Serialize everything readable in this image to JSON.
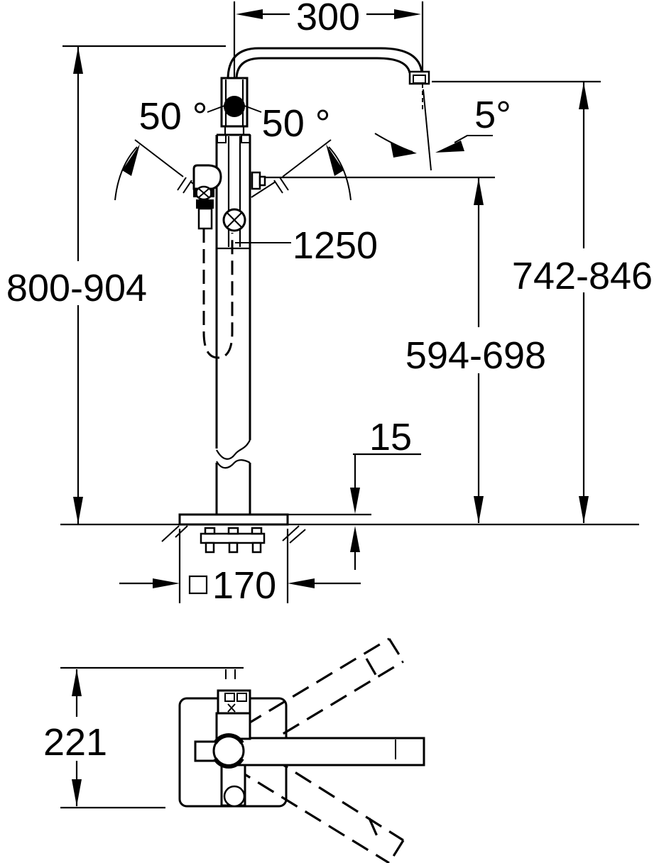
{
  "drawing": {
    "kind": "technical dimension drawing",
    "colors": {
      "ink": "#000000",
      "paper": "#ffffff"
    },
    "front_view": {
      "dim_spout_reach": "300",
      "dim_swing_left": "50 °",
      "dim_swing_right": "50 °",
      "dim_spout_angle": "5°",
      "dim_hose_length": "1250",
      "dim_overall_height": "800-904",
      "dim_spout_outlet_height": "742-846",
      "dim_side_outlet_height": "594-698",
      "dim_base_plate_height": "15",
      "dim_base_plate_square_symbol": "□",
      "dim_base_plate_size": "170"
    },
    "top_view": {
      "dim_depth": "221"
    }
  }
}
